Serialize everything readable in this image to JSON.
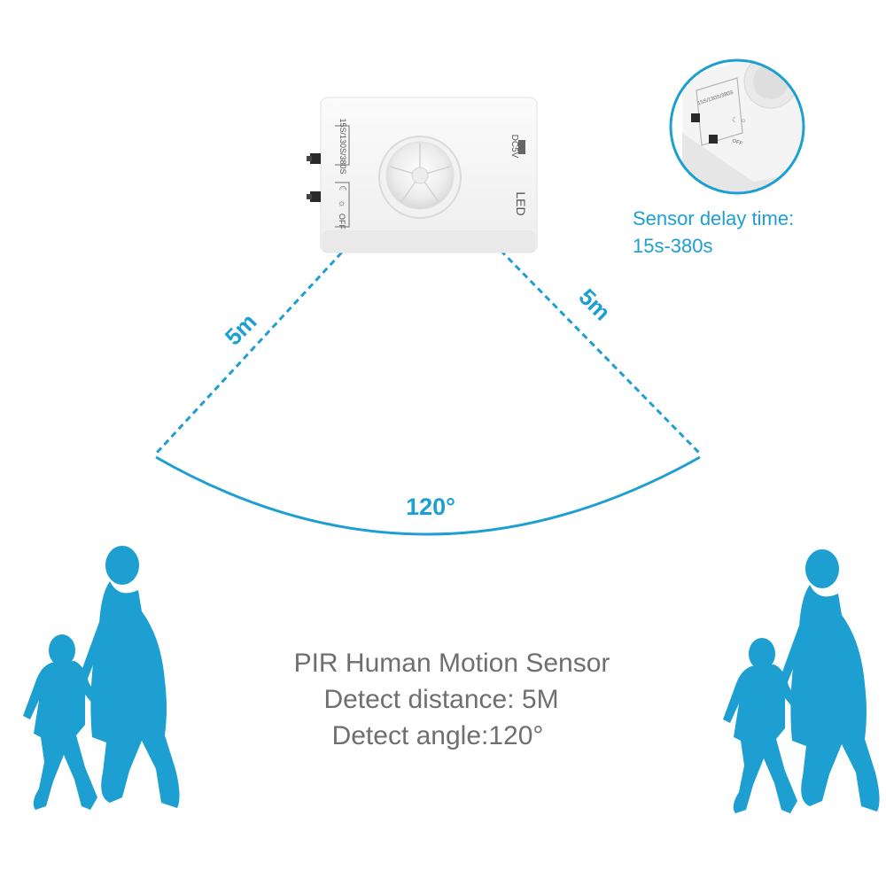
{
  "colors": {
    "accent": "#1d9fd1",
    "accent_dark": "#1a90c0",
    "caption_text": "#6f6f6f",
    "device_body": "#f6f6f6",
    "background": "#ffffff"
  },
  "device": {
    "switch_label": "15S/130S/380S",
    "off_label": "OFF",
    "voltage_label": "DC5V",
    "led_label": "LED",
    "icons": [
      "moon-icon",
      "sun-icon",
      "pir-lens-icon",
      "slide-switch-icon"
    ]
  },
  "inset": {
    "caption_line1": "Sensor delay time:",
    "caption_line2": "15s-380s",
    "zoom_switch_label": "15S/130S/380S",
    "zoom_off_label": "OFF"
  },
  "detection": {
    "distance_left": "5m",
    "distance_right": "5m",
    "angle_label": "120°"
  },
  "caption": {
    "line1": "PIR Human Motion Sensor",
    "line2": "Detect distance: 5M",
    "line3": "Detect angle:120°"
  }
}
